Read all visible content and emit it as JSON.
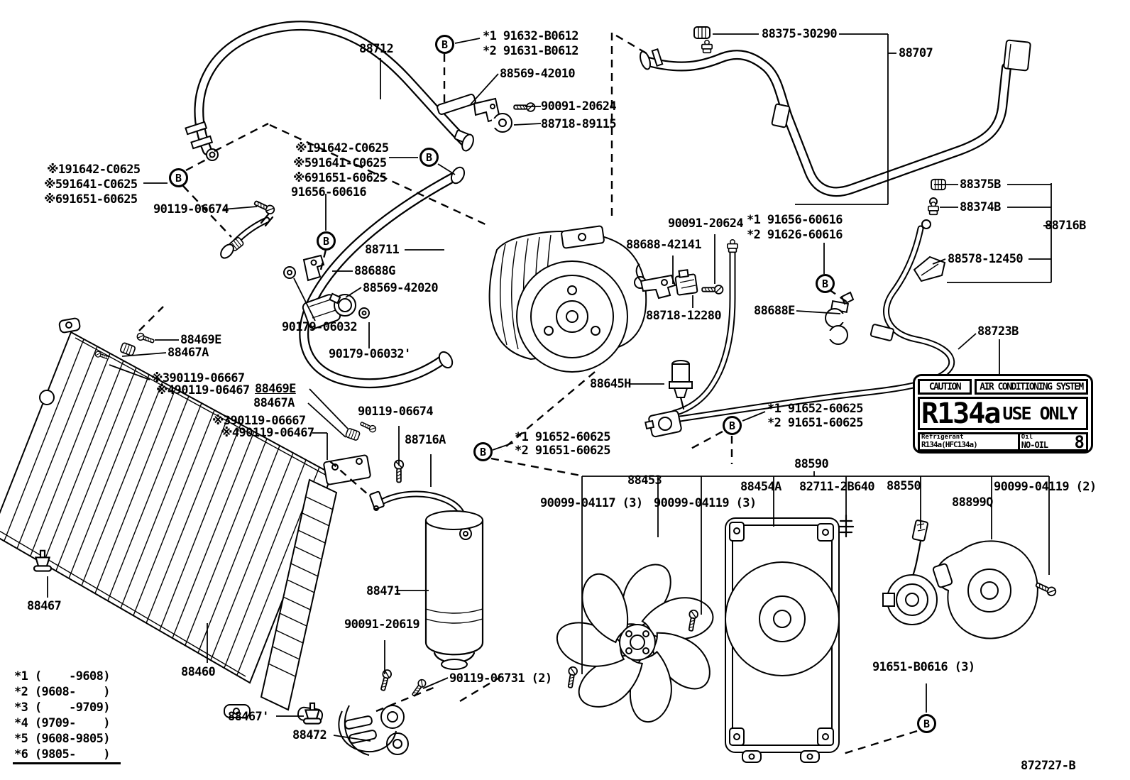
{
  "diagram": {
    "code": "872727-B",
    "b_marker": "B",
    "labels": [
      {
        "text": "88712"
      },
      {
        "text": "*1 91632-B0612"
      },
      {
        "text": "*2 91631-B0612"
      },
      {
        "text": "88569-42010"
      },
      {
        "text": "90091-20624"
      },
      {
        "text": "88718-89115"
      },
      {
        "text": "88375-30290"
      },
      {
        "text": "88707"
      },
      {
        "text": "※191642-C0625"
      },
      {
        "text": "※591641-C0625"
      },
      {
        "text": "※691651-60625"
      },
      {
        "text": "90119-06674"
      },
      {
        "text": "※191642-C0625"
      },
      {
        "text": "※591641-C0625"
      },
      {
        "text": "※691651-60625"
      },
      {
        "text": "91656-60616"
      },
      {
        "text": "88711"
      },
      {
        "text": "88688G"
      },
      {
        "text": "88569-42020"
      },
      {
        "text": "90179-06032"
      },
      {
        "text": "90179-06032'"
      },
      {
        "text": "88688-42141"
      },
      {
        "text": "90091-20624"
      },
      {
        "text": "*1 91656-60616"
      },
      {
        "text": "*2 91626-60616"
      },
      {
        "text": "88718-12280"
      },
      {
        "text": "88688E"
      },
      {
        "text": "88375B"
      },
      {
        "text": "88374B"
      },
      {
        "text": "88716B"
      },
      {
        "text": "88578-12450"
      },
      {
        "text": "88723B"
      },
      {
        "text": "88645H"
      },
      {
        "text": "*1 91652-60625"
      },
      {
        "text": "*2 91651-60625"
      },
      {
        "text": "88469E"
      },
      {
        "text": "88467A"
      },
      {
        "text": "※390119-06667"
      },
      {
        "text": "※490119-06467"
      },
      {
        "text": "88469E"
      },
      {
        "text": "88467A"
      },
      {
        "text": "※390119-06667"
      },
      {
        "text": "※490119-06467"
      },
      {
        "text": "90119-06674"
      },
      {
        "text": "88716A"
      },
      {
        "text": "*1 91652-60625"
      },
      {
        "text": "*2 91651-60625"
      },
      {
        "text": "88590"
      },
      {
        "text": "88453"
      },
      {
        "text": "90099-04117 (3)"
      },
      {
        "text": "90099-04119 (3)"
      },
      {
        "text": "88454A"
      },
      {
        "text": "82711-2B640"
      },
      {
        "text": "88550"
      },
      {
        "text": "88899Q"
      },
      {
        "text": "90099-04119 (2)"
      },
      {
        "text": "88471"
      },
      {
        "text": "90091-20619"
      },
      {
        "text": "90119-06731 (2)"
      },
      {
        "text": "88460"
      },
      {
        "text": "88467"
      },
      {
        "text": "88467'"
      },
      {
        "text": "88472"
      },
      {
        "text": "91651-B0616 (3)"
      }
    ],
    "footnotes": [
      "*1 (    -9608)",
      "*2 (9608-    )",
      "*3 (    -9709)",
      "*4 (9709-    )",
      "*5 (9608-9805)",
      "*6 (9805-    )"
    ],
    "caution_label": {
      "caution": "CAUTION",
      "system": "AIR CONDITIONING SYSTEM",
      "refrigerant_big": "R134a",
      "use_only": "USE ONLY",
      "refrigerant_title": "Refrigerant",
      "refrigerant_value": "R134a(HFC134a)",
      "oil_title": "Oil",
      "oil_value": "NO-OIL",
      "oil_number": "8"
    }
  }
}
